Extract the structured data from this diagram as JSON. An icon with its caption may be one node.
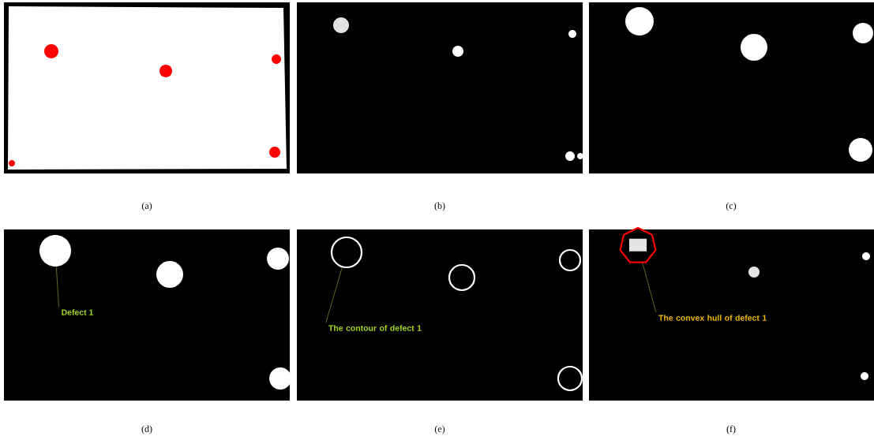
{
  "diagram": {
    "nodes": [
      {
        "text": [
          "Defect 1"
        ]
      },
      {
        "text": [],
        "shape": "blob"
      },
      {
        "text": [
          "The contour of defect 1"
        ]
      },
      {
        "text": [],
        "shape": "ring"
      },
      {
        "text": [
          "The convex hull of defect 1"
        ]
      },
      {
        "text": [],
        "shape": "polygon"
      }
    ],
    "edges": [
      {
        "from": 0,
        "to": 1,
        "arrow": "none"
      },
      {
        "from": 2,
        "to": 3,
        "arrow": "none"
      },
      {
        "from": 4,
        "to": 5,
        "arrow": "none"
      }
    ],
    "labels": [
      "(a)",
      "(b)",
      "(c)",
      "(d)",
      "(e)",
      "(f)"
    ]
  }
}
